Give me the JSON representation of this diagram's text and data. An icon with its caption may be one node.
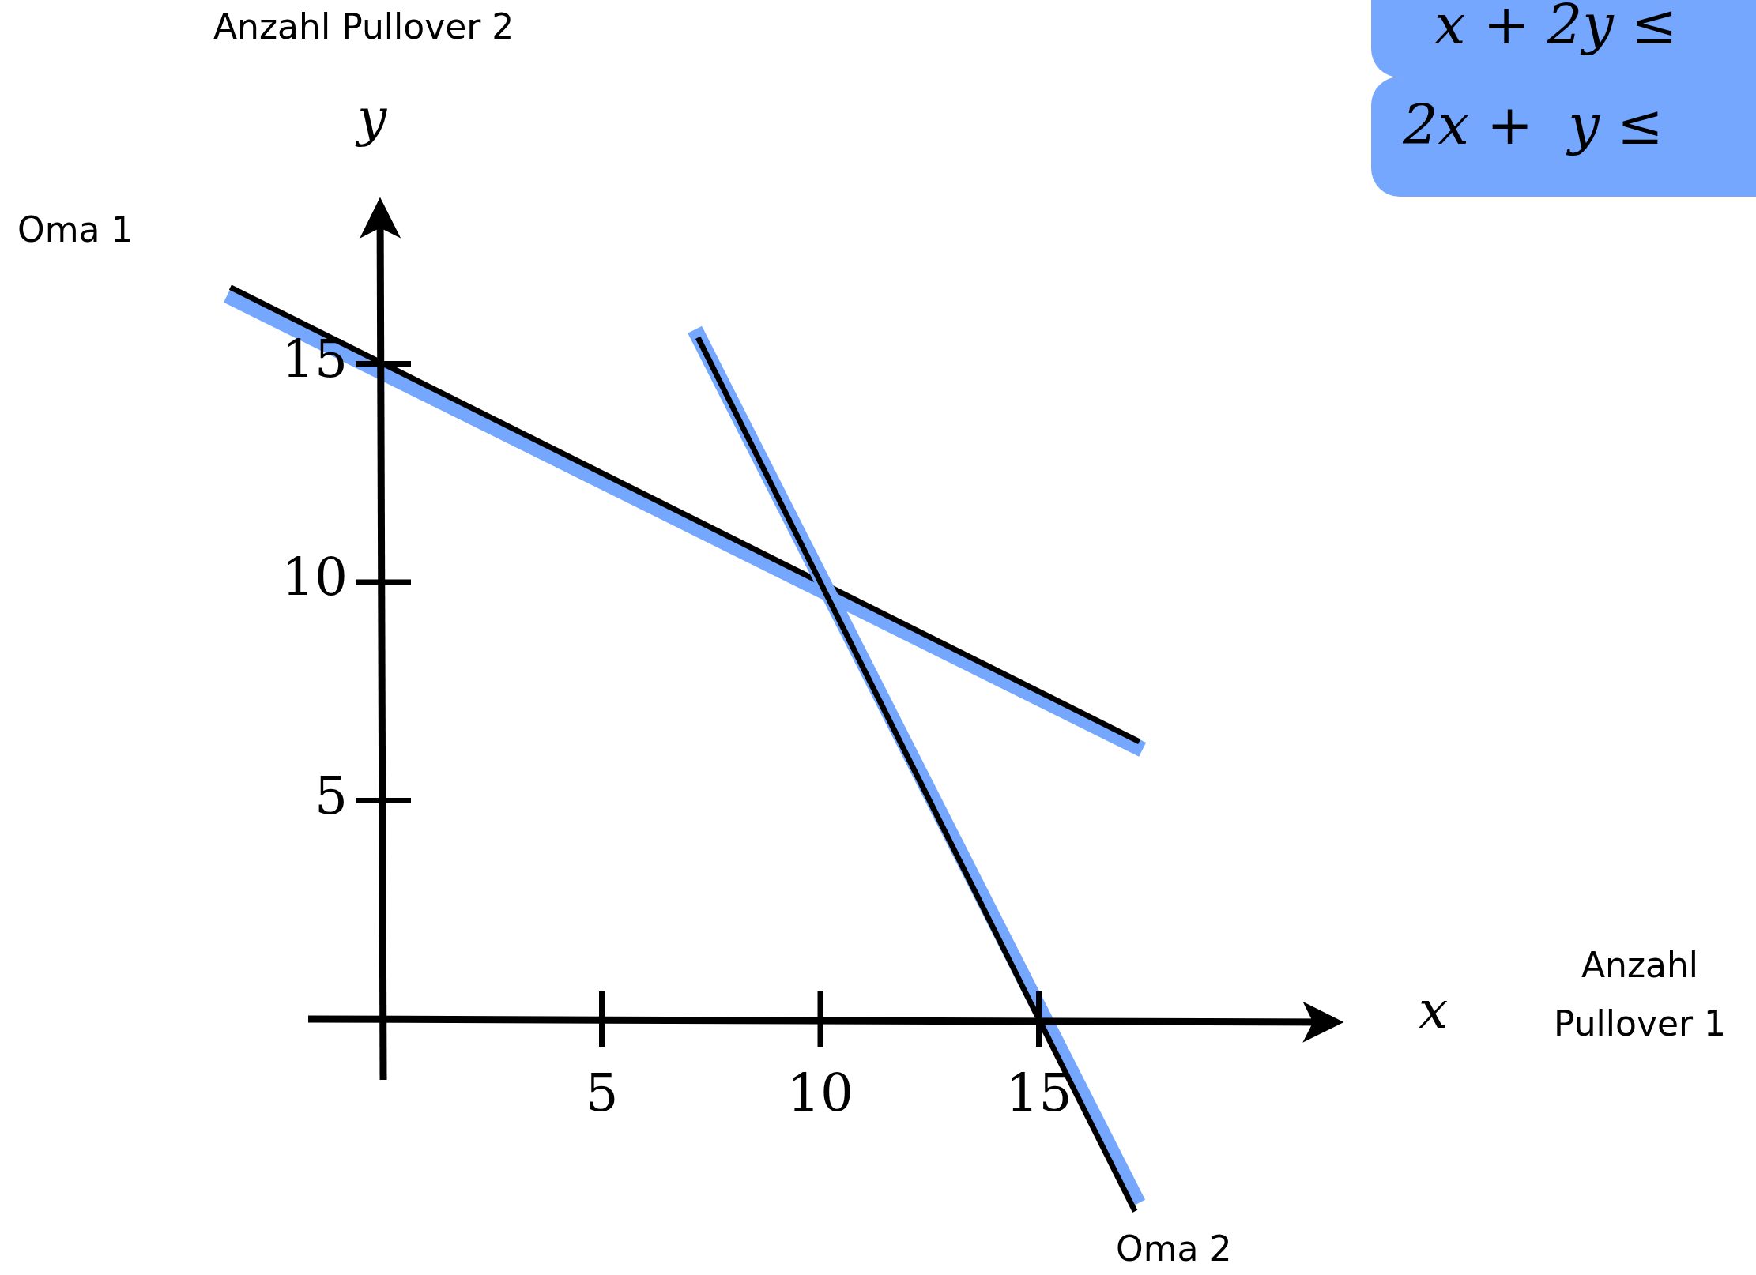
{
  "diagram": {
    "nodes": [
      {
        "text": [
          "x + 2y ≤"
        ]
      },
      {
        "text": [
          "2x +  y ≤"
        ]
      }
    ],
    "labels": [
      "Anzahl Pullover 2",
      "y",
      "Oma 1",
      "15",
      "10",
      "5",
      "x",
      "Anzahl Pullover 1",
      "5",
      "10",
      "15",
      "Oma 2"
    ]
  }
}
